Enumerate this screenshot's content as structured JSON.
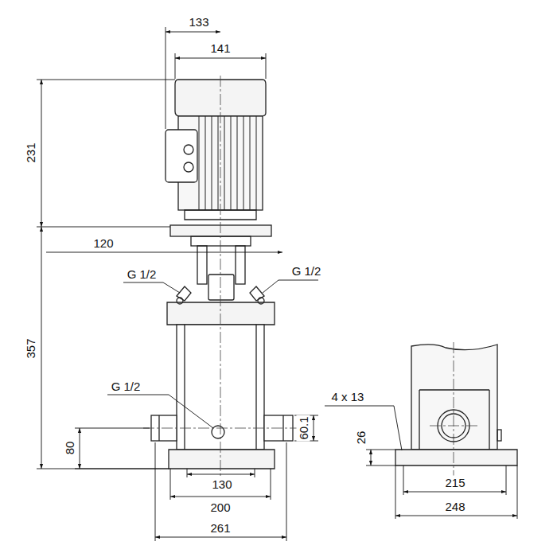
{
  "diagram": {
    "labels": [
      "133",
      "141",
      "231",
      "120",
      "G 1/2",
      "G 1/2",
      "357",
      "G 1/2",
      "4 x 13",
      "60.1",
      "26",
      "80",
      "130",
      "200",
      "215",
      "261",
      "248"
    ]
  }
}
